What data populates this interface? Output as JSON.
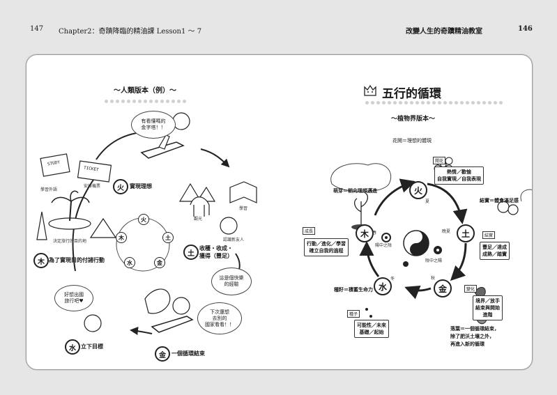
{
  "header": {
    "left_page_num": "147",
    "left_title": "Chapter2：奇蹟降臨的精油課 Lesson1 ～ 7",
    "right_title": "改變人生的奇蹟精油教室",
    "right_page_num": "146"
  },
  "left": {
    "subtitle": "～人類版本（例）～",
    "nodes": {
      "fire_char": "火",
      "fire_text": "實現理想",
      "earth_char": "土",
      "earth_text": "收穫・收成・\n獲得（豐足）",
      "metal_char": "金",
      "metal_text": "一個循環結束",
      "water_char": "水",
      "water_text": "立下目標",
      "wood_char": "木",
      "wood_text": "為了實現目的付諸行動"
    },
    "mini_cycle": [
      "火",
      "土",
      "金",
      "水",
      "木"
    ],
    "scribbles": {
      "bubble_top": "有看懂嗎的\n金字塔！！",
      "bubble_mid": "這是個快樂\n的經驗",
      "bubble_low": "下次還想\n去別的\n國家看看！！",
      "bubble_left": "好想出國\n旅行吧♥",
      "study_label": "學習外語",
      "ticket_label": "安排機票",
      "ticket_text": "TICKET",
      "study_text": "STUDY",
      "save_label": "決定旅行的目的地",
      "learn_label": "學習",
      "camel_label": "觀光",
      "friend_label": "認識新友人"
    }
  },
  "right": {
    "title": "五行的循環",
    "subtitle": "～植物界版本～",
    "center_labels": [
      "陽中之陰",
      "陰中之陽"
    ],
    "nodes": {
      "fire_char": "火",
      "fire_season": "夏",
      "earth_char": "土",
      "earth_season": "晚夏",
      "metal_char": "金",
      "metal_season": "秋",
      "water_char": "水",
      "water_season": "冬",
      "wood_char": "木",
      "wood_season": "春"
    },
    "notes": {
      "flower": "花開＝理想的體現",
      "fruit": "結實＝體會滿足感",
      "sprout": "萌芽＝朝向理想邁進",
      "seed": "種籽＝積蓄生命力",
      "leaf": "落葉＝一個循環結束，\n除了肥沃土壤之外，\n再進入新的循環"
    },
    "tags": {
      "fire": "開花",
      "earth": "結實",
      "metal": "變化",
      "water": "種子",
      "wood": "成長"
    },
    "boxes": {
      "fire": "熱情／歡愉\n自我實現／自我表現",
      "earth": "豐足／達成\n成熟／踏實",
      "metal": "境界／放手\n結束與開始\n進階",
      "water": "可能性／未來\n基礎／起始",
      "wood": "行動／進化／學習\n確立自我的過程"
    }
  }
}
